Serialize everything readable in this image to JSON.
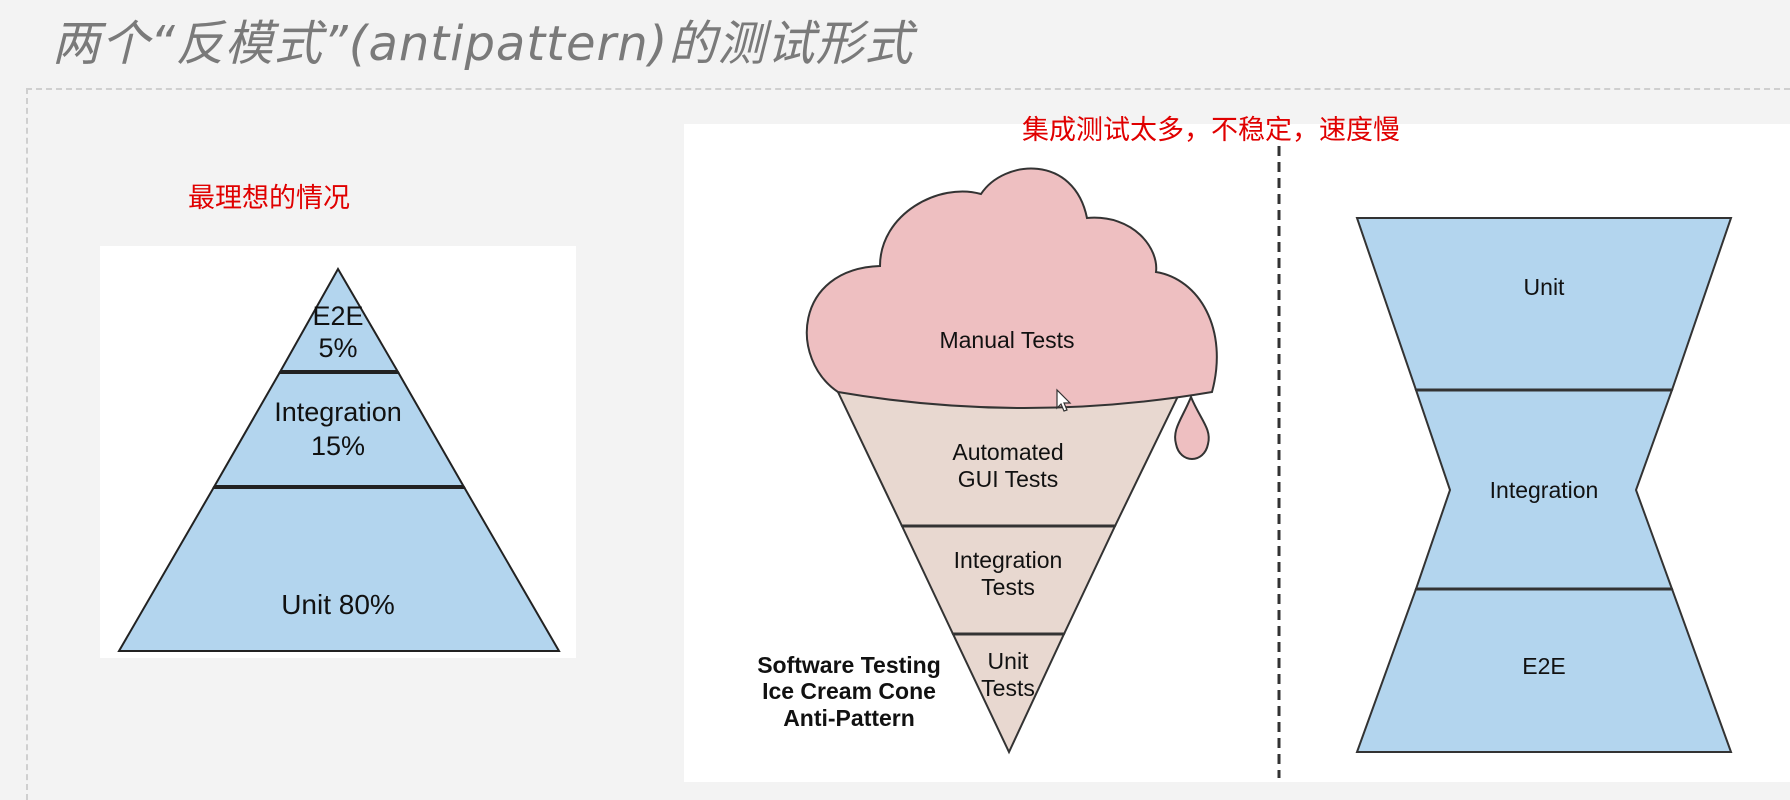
{
  "slide": {
    "title": "两个“反模式”(antipattern)的测试形式"
  },
  "notes": {
    "ideal": "最理想的情况",
    "anti": "集成测试太多，不稳定，速度慢"
  },
  "pyramid": {
    "levels": [
      {
        "line1": "E2E",
        "line2": "5%"
      },
      {
        "line1": "Integration",
        "line2": "15%"
      },
      {
        "line1": "Unit 80%"
      }
    ]
  },
  "ice_cream_cone": {
    "scoop_label": "Manual Tests",
    "layers": [
      {
        "line1": "Automated",
        "line2": "GUI Tests"
      },
      {
        "line1": "Integration",
        "line2": "Tests"
      },
      {
        "line1": "Unit",
        "line2": "Tests"
      }
    ],
    "caption": [
      "Software Testing",
      "Ice Cream Cone",
      "Anti-Pattern"
    ]
  },
  "hourglass": {
    "levels": [
      "Unit",
      "Integration",
      "E2E"
    ]
  },
  "colors": {
    "blue_fill": "#b3d5ee",
    "pink_fill": "#eebfc1",
    "cone_fill": "#e8d8d0",
    "red_note": "#e00000",
    "outline": "#222222"
  }
}
